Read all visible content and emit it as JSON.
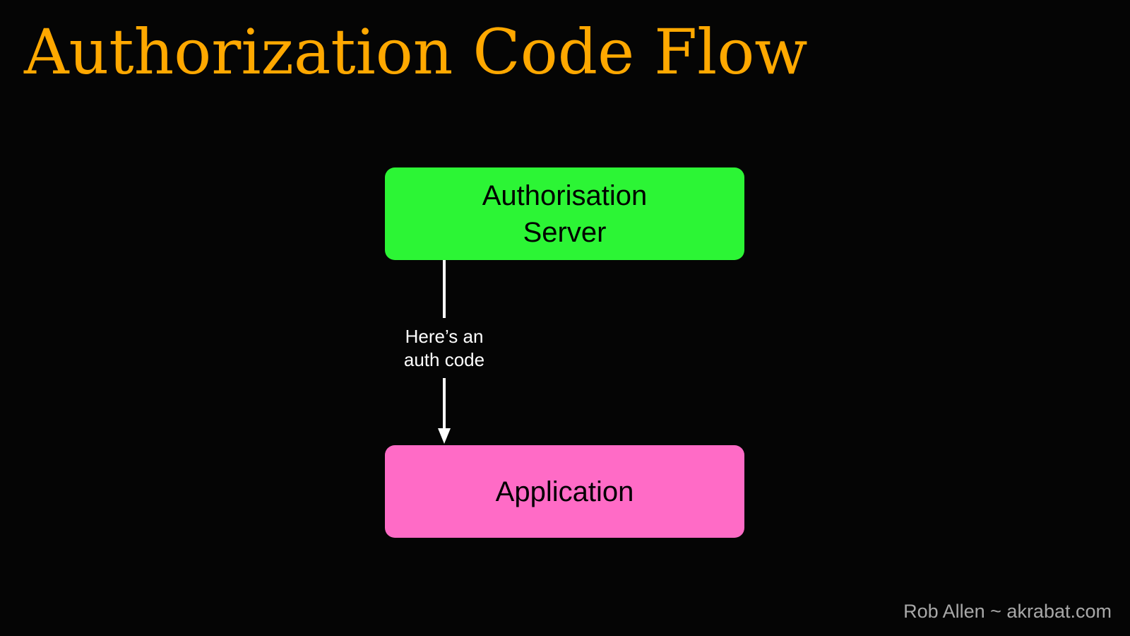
{
  "title": "Authorization Code Flow",
  "diagram": {
    "source_box": {
      "line1": "Authorisation",
      "line2": "Server",
      "color": "#2cf535"
    },
    "target_box": {
      "label": "Application",
      "color": "#ff6bc6"
    },
    "edge": {
      "line1": "Here’s an",
      "line2": "auth code"
    }
  },
  "footer": "Rob Allen ~ akrabat.com"
}
